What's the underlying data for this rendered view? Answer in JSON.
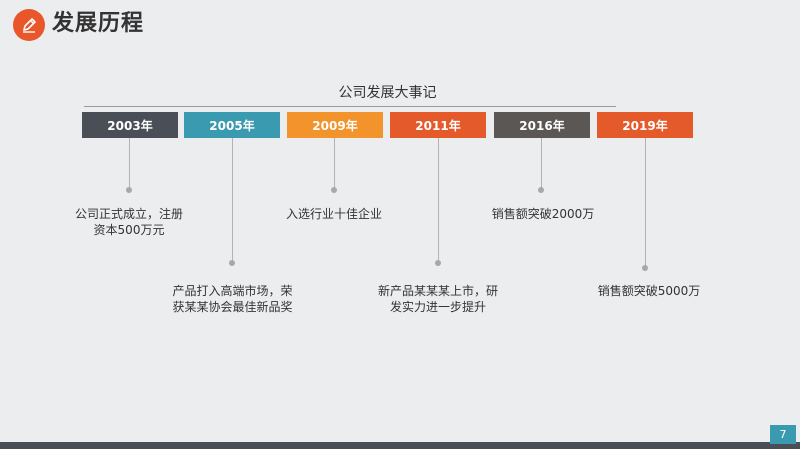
{
  "header": {
    "title": "发展历程",
    "logo_icon": "pencil-icon",
    "logo_color": "#e8562a"
  },
  "timeline": {
    "title": "公司发展大事记",
    "milestones": [
      {
        "year": "2003年",
        "color": "#4a4e57",
        "text": "公司正式成立，注册资本500万元"
      },
      {
        "year": "2005年",
        "color": "#3a9ab0",
        "text": "产品打入高端市场，荣获某某协会最佳新品奖"
      },
      {
        "year": "2009年",
        "color": "#f2932b",
        "text": "入选行业十佳企业"
      },
      {
        "year": "2011年",
        "color": "#e55a2b",
        "text": "新产品某某某上市，研发实力进一步提升"
      },
      {
        "year": "2016年",
        "color": "#5a5754",
        "text": "销售额突破2000万"
      },
      {
        "year": "2019年",
        "color": "#e55a2b",
        "text": "销售额突破5000万"
      }
    ]
  },
  "footer": {
    "page_number": "7",
    "bar_color": "#4a4e57",
    "page_number_color": "#3a9ab0"
  }
}
